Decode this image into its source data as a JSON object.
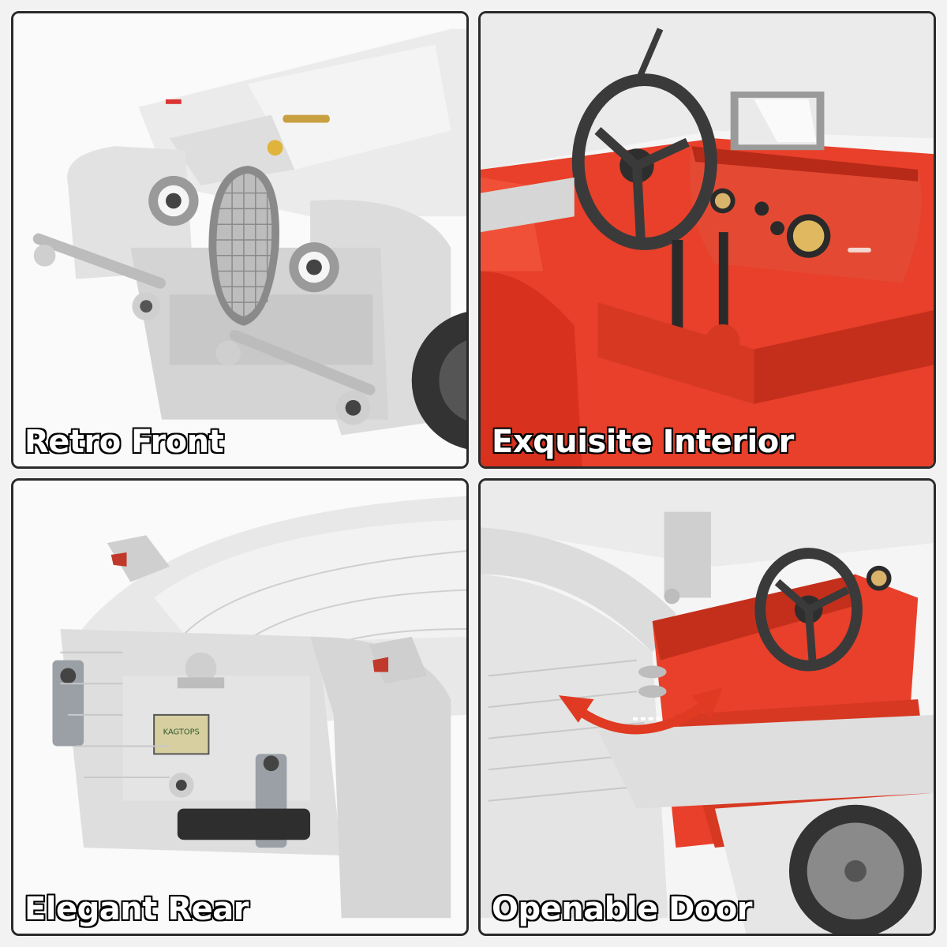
{
  "panels": [
    {
      "id": "front",
      "caption": "Retro Front"
    },
    {
      "id": "interior",
      "caption": "Exquisite Interior"
    },
    {
      "id": "rear",
      "caption": "Elegant Rear"
    },
    {
      "id": "door",
      "caption": "Openable Door"
    }
  ],
  "plate_text": "KAGTOPS",
  "colors": {
    "body_white": "#e6e6e6",
    "body_shadow": "#c4c4c4",
    "interior_red": "#e8402a",
    "interior_dark_red": "#b82a18",
    "wheel_dark": "#333333",
    "border": "#2a2a2a",
    "arrow_red": "#e03a22"
  }
}
